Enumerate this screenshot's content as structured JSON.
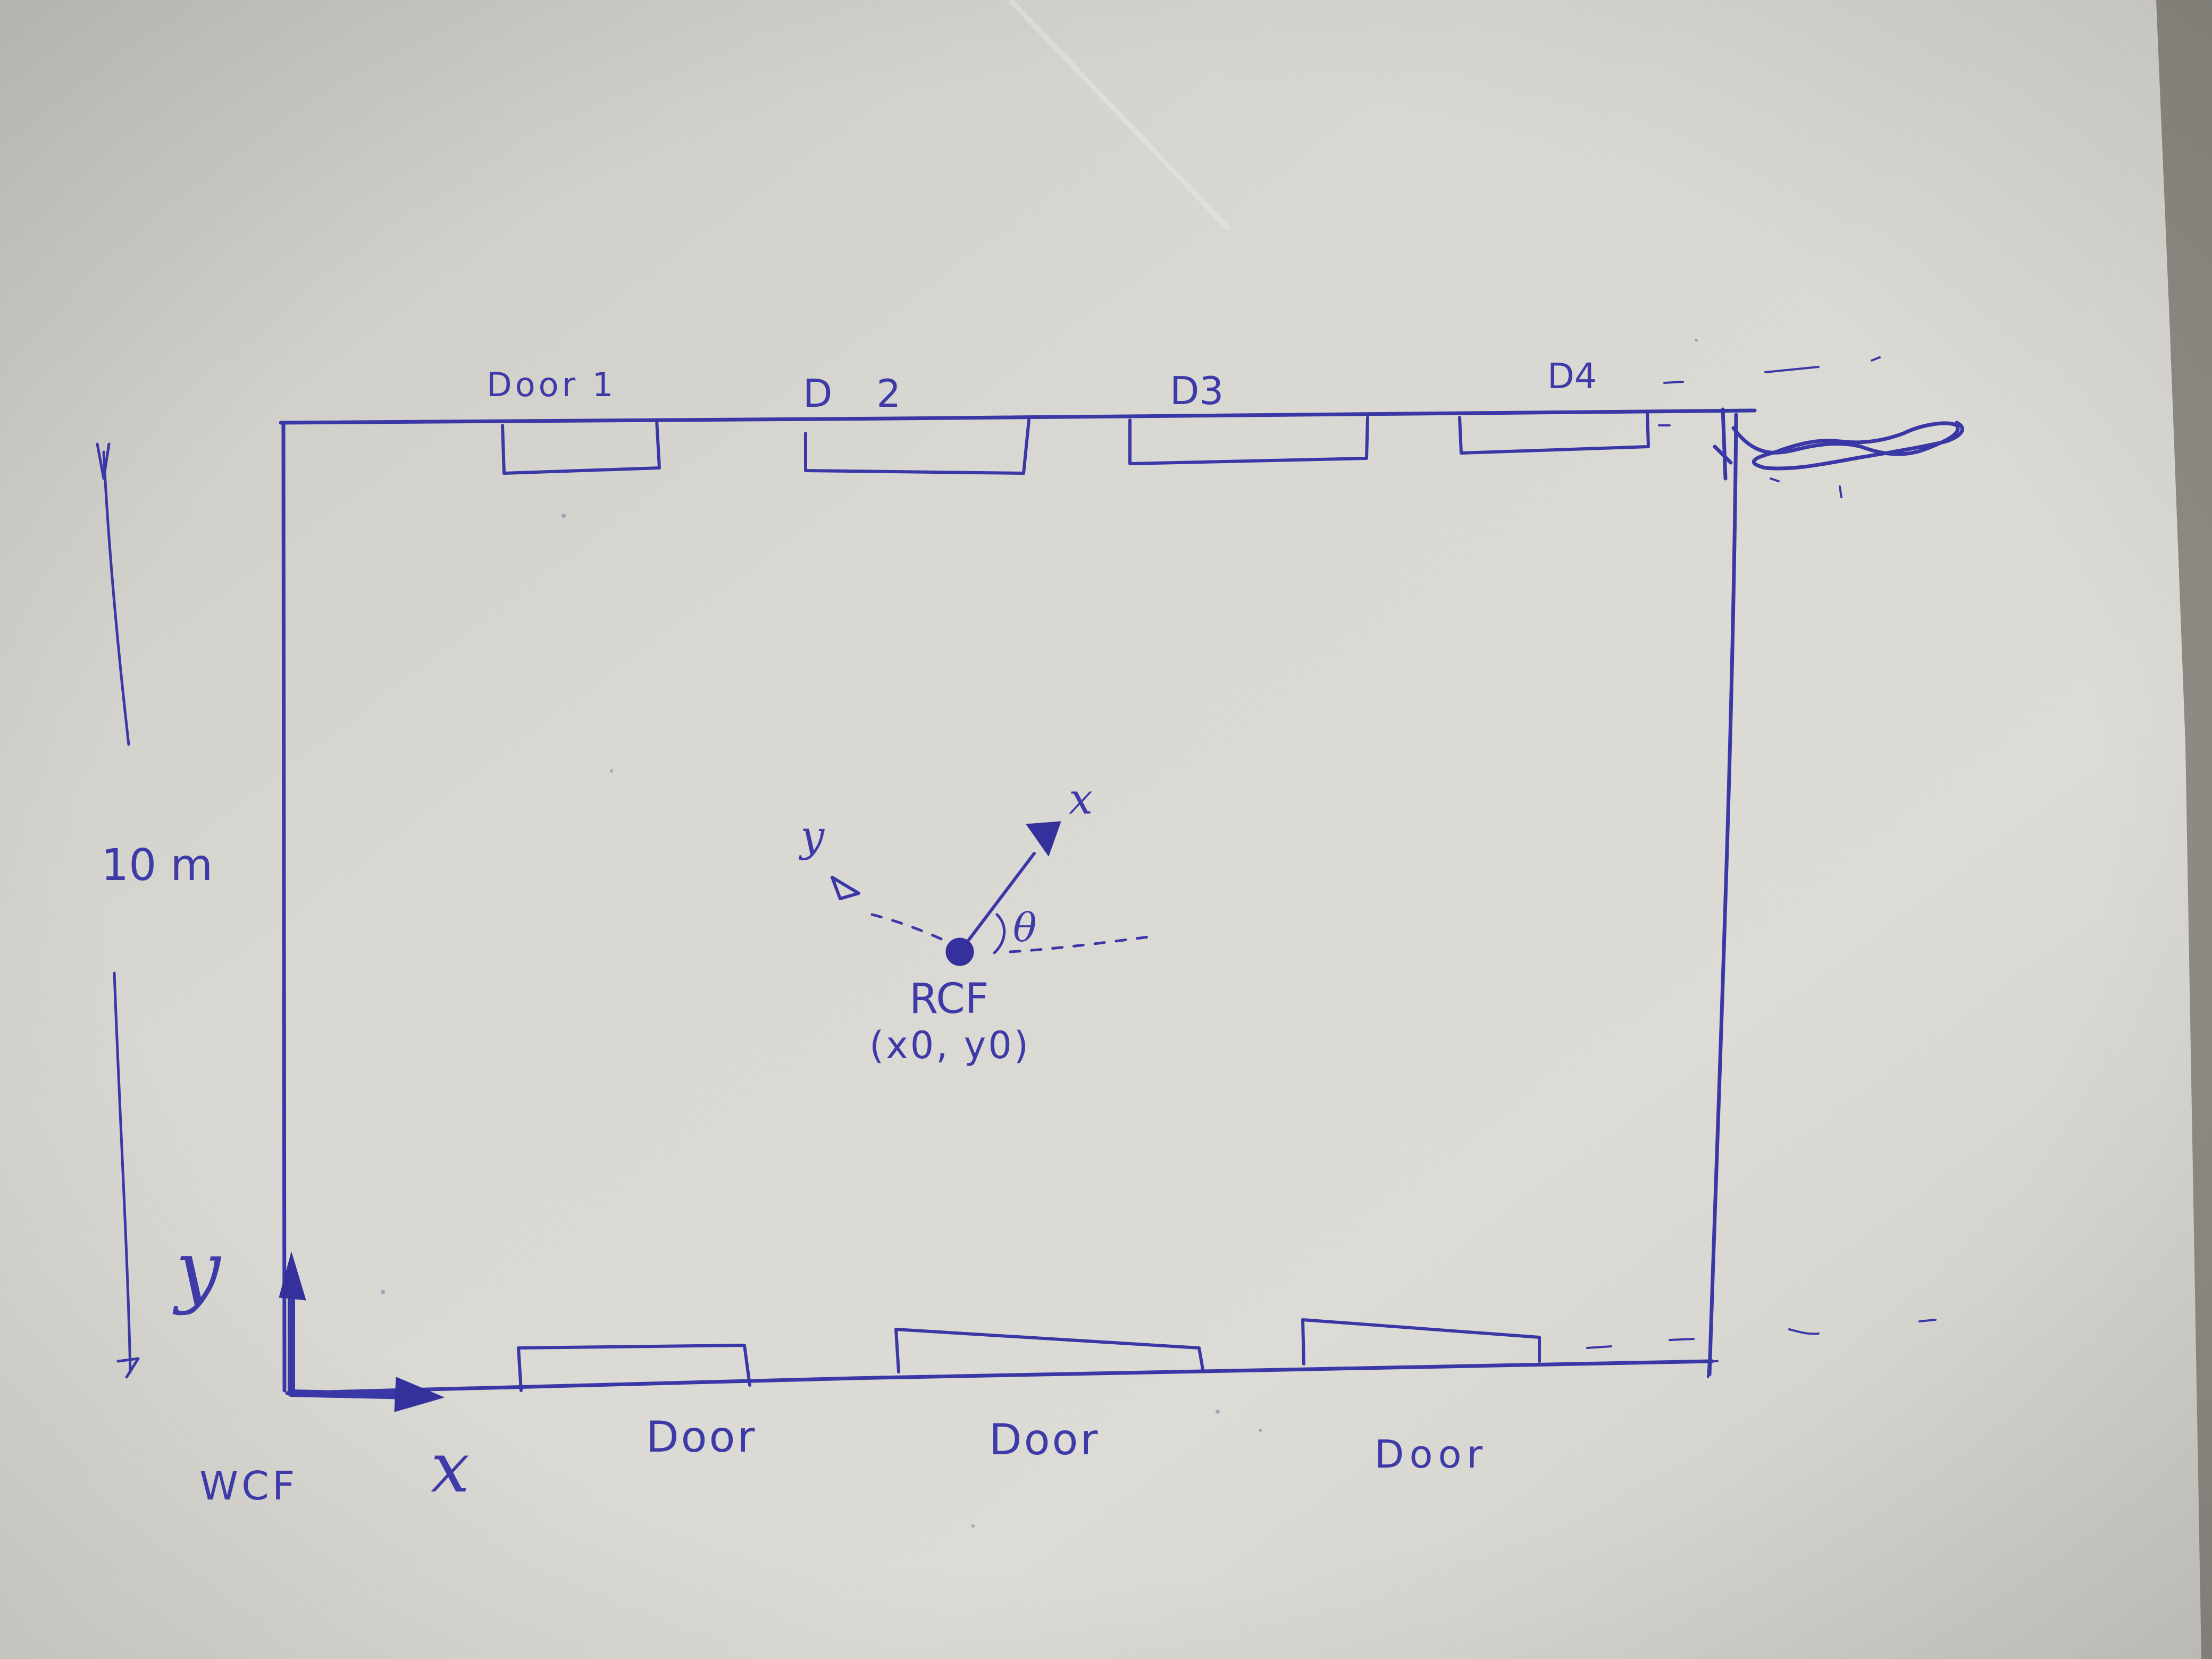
{
  "diagram": {
    "labels": {
      "top_doors": [
        "Door 1",
        "D 2",
        "D3",
        "D4"
      ],
      "bottom_doors": [
        "Door",
        "Door",
        "Door"
      ],
      "dimension": "10 m",
      "world_frame": "WCF",
      "world_x_axis": "x",
      "world_y_axis": "y",
      "robot_frame": "RCF",
      "robot_position": "(x0, y0)",
      "robot_x_axis": "x",
      "robot_y_axis": "y",
      "angle": "θ"
    },
    "colors": {
      "paper": "#d8d6d0",
      "ink": "#3a37a6"
    }
  }
}
